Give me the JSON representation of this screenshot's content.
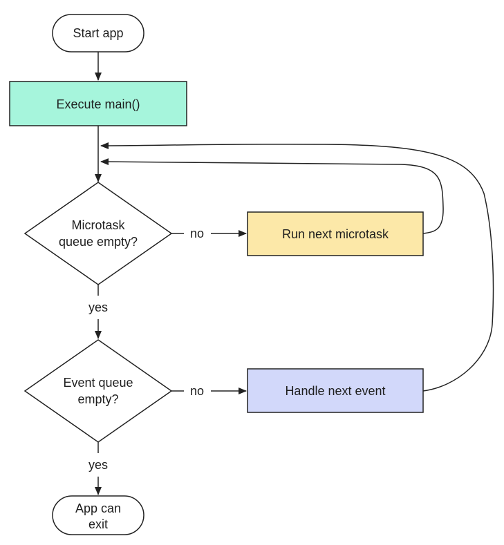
{
  "nodes": {
    "start": {
      "label": "Start app"
    },
    "execute_main": {
      "label": "Execute main()",
      "fill": "#a6f5dc"
    },
    "microtask_check": {
      "line1": "Microtask",
      "line2": "queue empty?"
    },
    "run_microtask": {
      "label": "Run next microtask",
      "fill": "#fce8a8"
    },
    "event_check": {
      "line1": "Event queue",
      "line2": "empty?"
    },
    "handle_event": {
      "label": "Handle next event",
      "fill": "#d2d8fa"
    },
    "exit": {
      "line1": "App can",
      "line2": "exit"
    }
  },
  "edges": {
    "microtask_no": "no",
    "microtask_yes": "yes",
    "event_no": "no",
    "event_yes": "yes"
  },
  "colors": {
    "stroke": "#222222",
    "text": "#1e1e1e",
    "background": "#ffffff"
  }
}
